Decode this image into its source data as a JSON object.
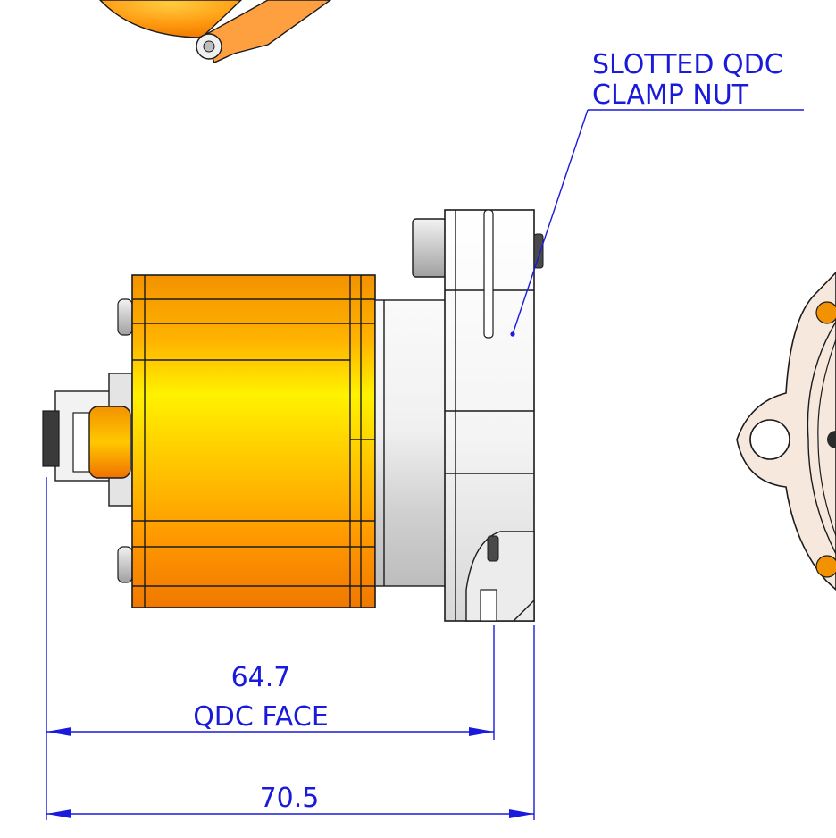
{
  "annotations": {
    "callout_line1": "SLOTTED QDC",
    "callout_line2": "CLAMP NUT"
  },
  "dimensions": {
    "qdc_face_value": "64.7",
    "qdc_face_label": "QDC FACE",
    "overall_value": "70.5"
  },
  "colors": {
    "dimension_blue": "#1a1adc",
    "motor_orange": "#f39a00",
    "motor_yellow": "#fff200",
    "aluminum": "#e8e8e8",
    "flange_tint": "#f5e6dd"
  }
}
